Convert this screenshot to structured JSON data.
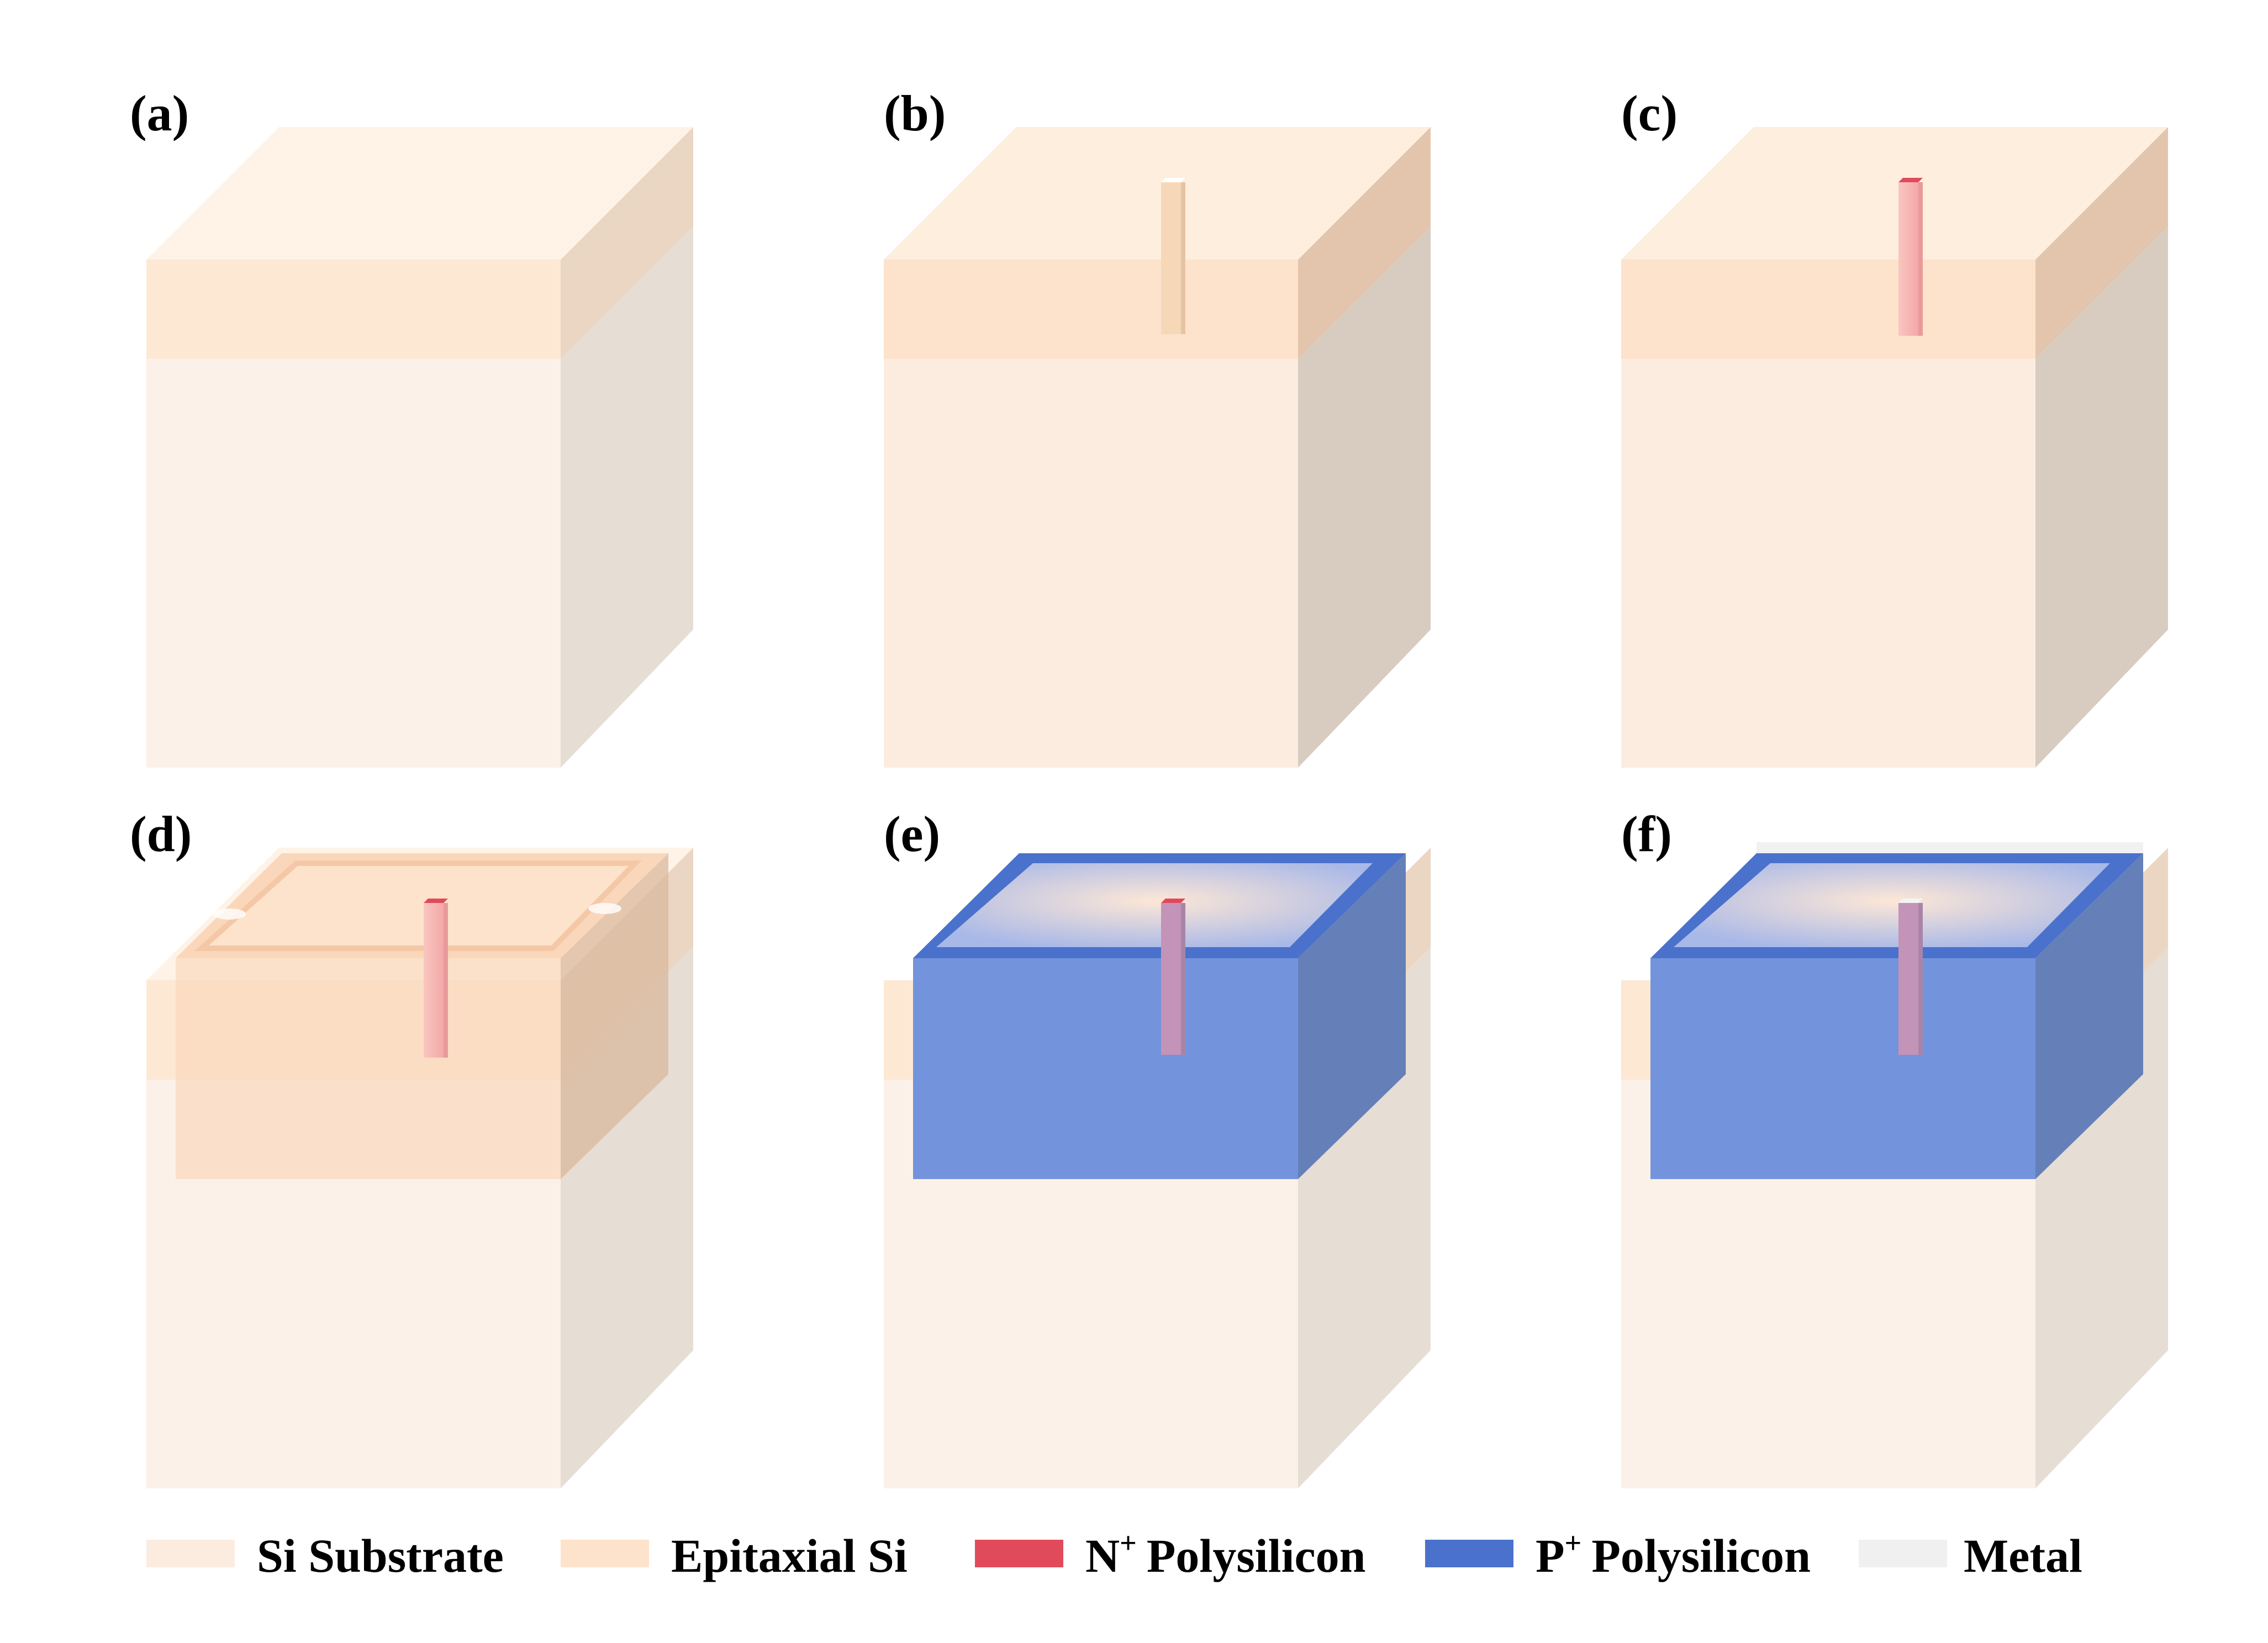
{
  "panels": [
    {
      "id": "a",
      "label": "(a)"
    },
    {
      "id": "b",
      "label": "(b)"
    },
    {
      "id": "c",
      "label": "(c)"
    },
    {
      "id": "d",
      "label": "(d)"
    },
    {
      "id": "e",
      "label": "(e)"
    },
    {
      "id": "f",
      "label": "(f)"
    }
  ],
  "legend": [
    {
      "name": "Si Substrate",
      "color": "#fcece0"
    },
    {
      "name": "Epitaxial Si",
      "color": "#fde3cc"
    },
    {
      "name": "Polysilicon",
      "prefix": "N",
      "sup": "+",
      "color": "#e04a5a"
    },
    {
      "name": "Polysilicon",
      "prefix": "P",
      "sup": "+",
      "color": "#4a72cc"
    },
    {
      "name": "Metal",
      "color": "#f0f0f0"
    }
  ],
  "colors": {
    "substrate_front": "#fcf1e8",
    "substrate_side": "#e6ddd5",
    "epi_front": "#fde5cf",
    "epi_top": "#fef3e6",
    "epi_side": "#e8cfb8",
    "n_poly": "#f8b8b8",
    "n_poly_top": "#e04a5a",
    "p_poly": "#7394dc",
    "p_poly_side": "#6580b8",
    "p_poly_rim": "#4a72cc"
  }
}
